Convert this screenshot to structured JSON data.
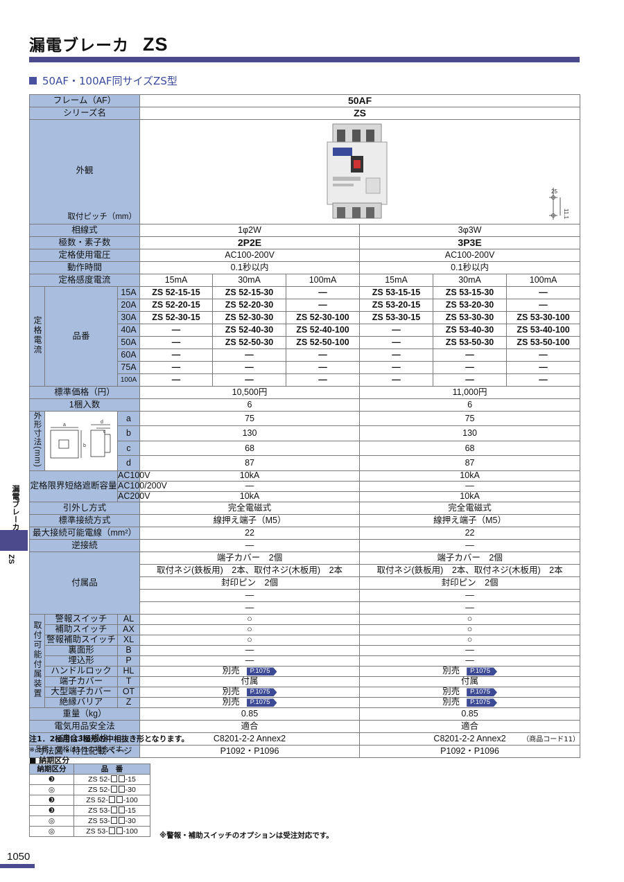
{
  "header": {
    "title": "漏電ブレーカ",
    "code": "ZS"
  },
  "section_heading": "50AF・100AF同サイズZS型",
  "side": {
    "label": "漏電ブレーカ",
    "code": "ZS"
  },
  "page_number": "1050",
  "spec": {
    "frame_label": "フレーム（AF）",
    "frame_value": "50AF",
    "series_label": "シリーズ名",
    "series_value": "ZS",
    "appearance_label": "外観",
    "pitch_label": "取付ピッチ（mm）",
    "pitch_dim_top": "25",
    "pitch_dim_side": "11.1",
    "phase_label": "相線式",
    "phase_a": "1φ2W",
    "phase_b": "3φ3W",
    "poles_label": "極数・素子数",
    "poles_a": "2P2E",
    "poles_b": "3P3E",
    "voltage_label": "定格使用電圧",
    "voltage_a": "AC100-200V",
    "voltage_b": "AC100-200V",
    "time_label": "動作時間",
    "time_a": "0.1秒以内",
    "time_b": "0.1秒以内",
    "sens_label": "定格感度電流",
    "sens": [
      "15mA",
      "30mA",
      "100mA",
      "15mA",
      "30mA",
      "100mA"
    ],
    "rated_current_label": "定格電流",
    "model_label": "品番",
    "amps": [
      "15A",
      "20A",
      "30A",
      "40A",
      "50A",
      "60A",
      "75A",
      "100A"
    ],
    "models": [
      [
        "ZS 52-15-15",
        "ZS 52-15-30",
        "—",
        "ZS 53-15-15",
        "ZS 53-15-30",
        "—"
      ],
      [
        "ZS 52-20-15",
        "ZS 52-20-30",
        "—",
        "ZS 53-20-15",
        "ZS 53-20-30",
        "—"
      ],
      [
        "ZS 52-30-15",
        "ZS 52-30-30",
        "ZS 52-30-100",
        "ZS 53-30-15",
        "ZS 53-30-30",
        "ZS 53-30-100"
      ],
      [
        "—",
        "ZS 52-40-30",
        "ZS 52-40-100",
        "—",
        "ZS 53-40-30",
        "ZS 53-40-100"
      ],
      [
        "—",
        "ZS 52-50-30",
        "ZS 52-50-100",
        "—",
        "ZS 53-50-30",
        "ZS 53-50-100"
      ],
      [
        "—",
        "—",
        "—",
        "—",
        "—",
        "—"
      ],
      [
        "—",
        "—",
        "—",
        "—",
        "—",
        "—"
      ],
      [
        "—",
        "—",
        "—",
        "—",
        "—",
        "—"
      ]
    ],
    "price_label": "標準価格（円）",
    "price_a": "10,500円",
    "price_b": "11,000円",
    "qty_label": "1梱入数",
    "qty_a": "6",
    "qty_b": "6",
    "dims_label": "外形寸法(mm)",
    "dim_keys": [
      "a",
      "b",
      "c",
      "d"
    ],
    "dims_a": [
      "75",
      "130",
      "68",
      "87"
    ],
    "dims_b": [
      "75",
      "130",
      "68",
      "87"
    ],
    "break_label": "定格限界短絡遮断容量",
    "break_keys": [
      "AC100V",
      "AC100/200V",
      "AC200V"
    ],
    "break_a": [
      "10kA",
      "—",
      "10kA"
    ],
    "break_b": [
      "10kA",
      "—",
      "10kA"
    ],
    "lead_label": "引外し方式",
    "lead_a": "完全電磁式",
    "lead_b": "完全電磁式",
    "conn_label": "標準接続方式",
    "conn_a": "線押え端子（M5）",
    "conn_b": "線押え端子（M5）",
    "wire_label": "最大接続可能電線（mm²）",
    "wire_a": "22",
    "wire_b": "22",
    "reverse_label": "逆接続",
    "reverse_a": "—",
    "reverse_b": "—",
    "acc_label": "付属品",
    "acc_a": [
      "端子カバー　2個",
      "取付ネジ(鉄板用)　2本、取付ネジ(木板用)　2本",
      "封印ピン　2個",
      "—",
      "—"
    ],
    "acc_b": [
      "端子カバー　2個",
      "取付ネジ(鉄板用)　2本、取付ネジ(木板用)　2本",
      "封印ピン　2個",
      "—",
      "—"
    ],
    "opt_label": "取付可能付属装置",
    "opt_names": [
      "警報スイッチ",
      "補助スイッチ",
      "警報補助スイッチ",
      "裏面形",
      "埋込形",
      "ハンドルロック",
      "端子カバー",
      "大型端子カバー",
      "絶縁バリア"
    ],
    "opt_codes": [
      "AL",
      "AX",
      "XL",
      "B",
      "P",
      "HL",
      "T",
      "OT",
      "Z"
    ],
    "opt_a": [
      "○",
      "○",
      "○",
      "—",
      "—",
      "別売",
      "付属",
      "別売",
      "別売"
    ],
    "opt_b": [
      "○",
      "○",
      "○",
      "—",
      "—",
      "別売",
      "付属",
      "別売",
      "別売"
    ],
    "opt_ref": "P.1075",
    "weight_label": "重量（kg）",
    "weight_a": "0.85",
    "weight_b": "0.85",
    "safety_label": "電気用品安全法",
    "safety_a": "適合",
    "safety_b": "適合",
    "jis_label": "適合JIS規格",
    "jis_a": "C8201-2-2 Annex2",
    "jis_b": "C8201-2-2 Annex2",
    "page_label": "寸法図・特性記載ページ",
    "page_a": "P1092・P1096",
    "page_b": "P1092・P1096"
  },
  "notes": {
    "note1": "注1．2極用は3極形の中相抜き形となります。",
    "note2": "※品番、価格は1コの場合です。",
    "product_code": "（商品コード11）",
    "delivery_title": "■ 納期区分",
    "delivery_header": [
      "納期区分",
      "品　番"
    ],
    "delivery_rows": [
      [
        "❸",
        "ZS 52-",
        "-15"
      ],
      [
        "◎",
        "ZS 52-",
        "-30"
      ],
      [
        "❸",
        "ZS 52-",
        "-100"
      ],
      [
        "❸",
        "ZS 53-",
        "-15"
      ],
      [
        "◎",
        "ZS 53-",
        "-30"
      ],
      [
        "◎",
        "ZS 53-",
        "-100"
      ]
    ],
    "bottom_note": "※警報・補助スイッチのオプションは受注対応です。"
  },
  "colors": {
    "header_cell": "#a9bedf",
    "accent": "#4a4a8c",
    "heading_text": "#3b4a9e"
  }
}
